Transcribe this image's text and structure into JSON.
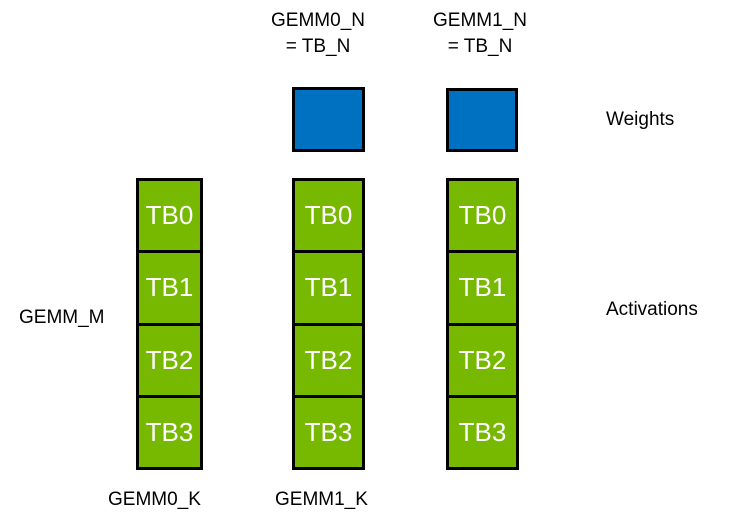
{
  "diagram": {
    "title_context": "GEMM thread-block tiling",
    "colors": {
      "weights_fill": "#0070C0",
      "activations_fill": "#76B900",
      "border": "#000000",
      "tb_text": "#ffffff",
      "label_text": "#000000",
      "background": "#ffffff"
    },
    "top_labels": [
      {
        "text": "GEMM0_N\n= TB_N"
      },
      {
        "text": "GEMM1_N\n= TB_N"
      }
    ],
    "left_label": "GEMM_M",
    "right_labels": {
      "weights": "Weights",
      "activations": "Activations"
    },
    "bottom_labels": [
      {
        "text": "GEMM0_K"
      },
      {
        "text": "GEMM1_K"
      }
    ],
    "weights_blocks": [
      {
        "name": "weights-block-gemm0"
      },
      {
        "name": "weights-block-gemm1"
      }
    ],
    "columns": [
      {
        "cells": [
          "TB0",
          "TB1",
          "TB2",
          "TB3"
        ]
      },
      {
        "cells": [
          "TB0",
          "TB1",
          "TB2",
          "TB3"
        ]
      },
      {
        "cells": [
          "TB0",
          "TB1",
          "TB2",
          "TB3"
        ]
      }
    ]
  }
}
